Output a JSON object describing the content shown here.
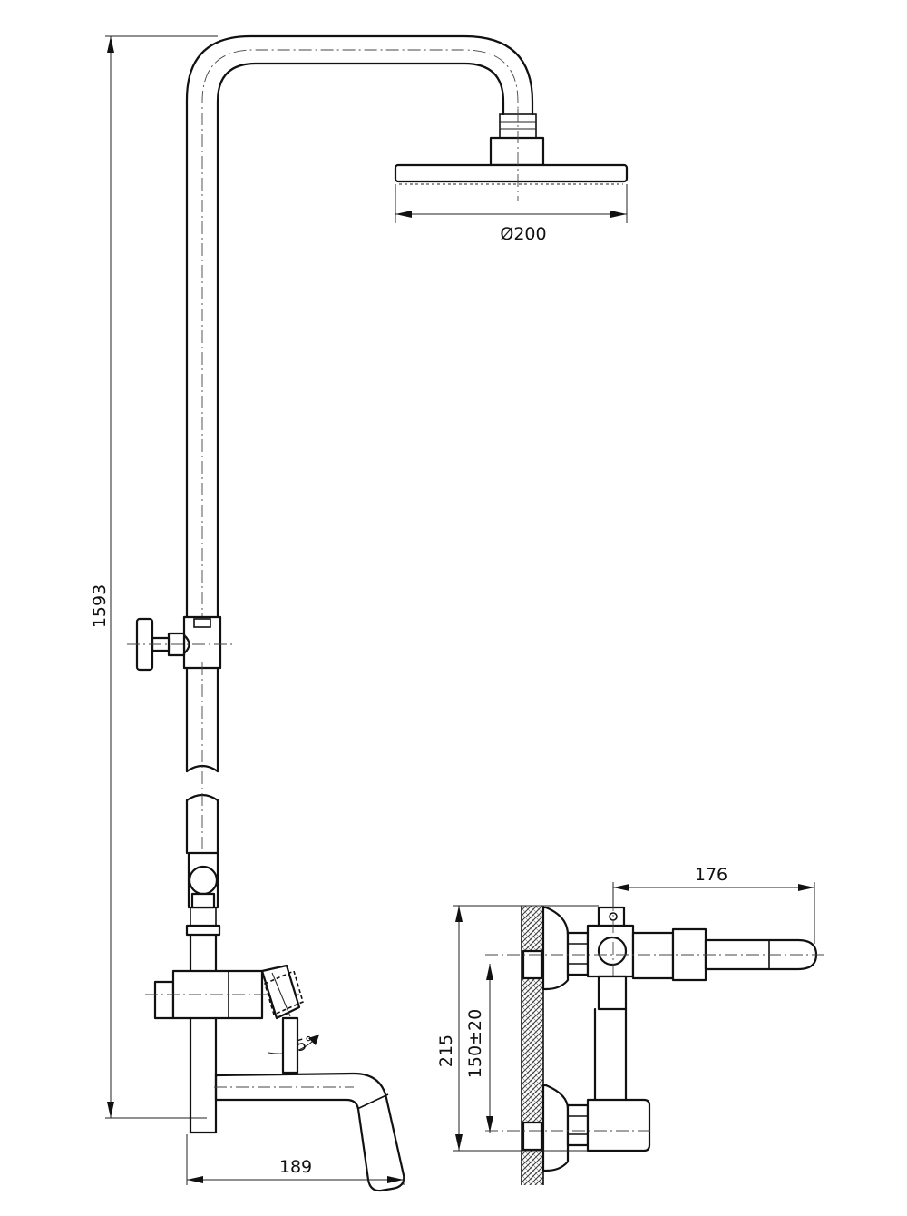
{
  "dimensions": {
    "total_height": "1593",
    "shower_head_diameter": "Ø200",
    "spout_projection": "189",
    "handle_angle": "25°",
    "side_projection": "176",
    "side_height": "215",
    "inlet_spacing": "150±20"
  },
  "colors": {
    "line": "#111111",
    "background": "#ffffff"
  }
}
